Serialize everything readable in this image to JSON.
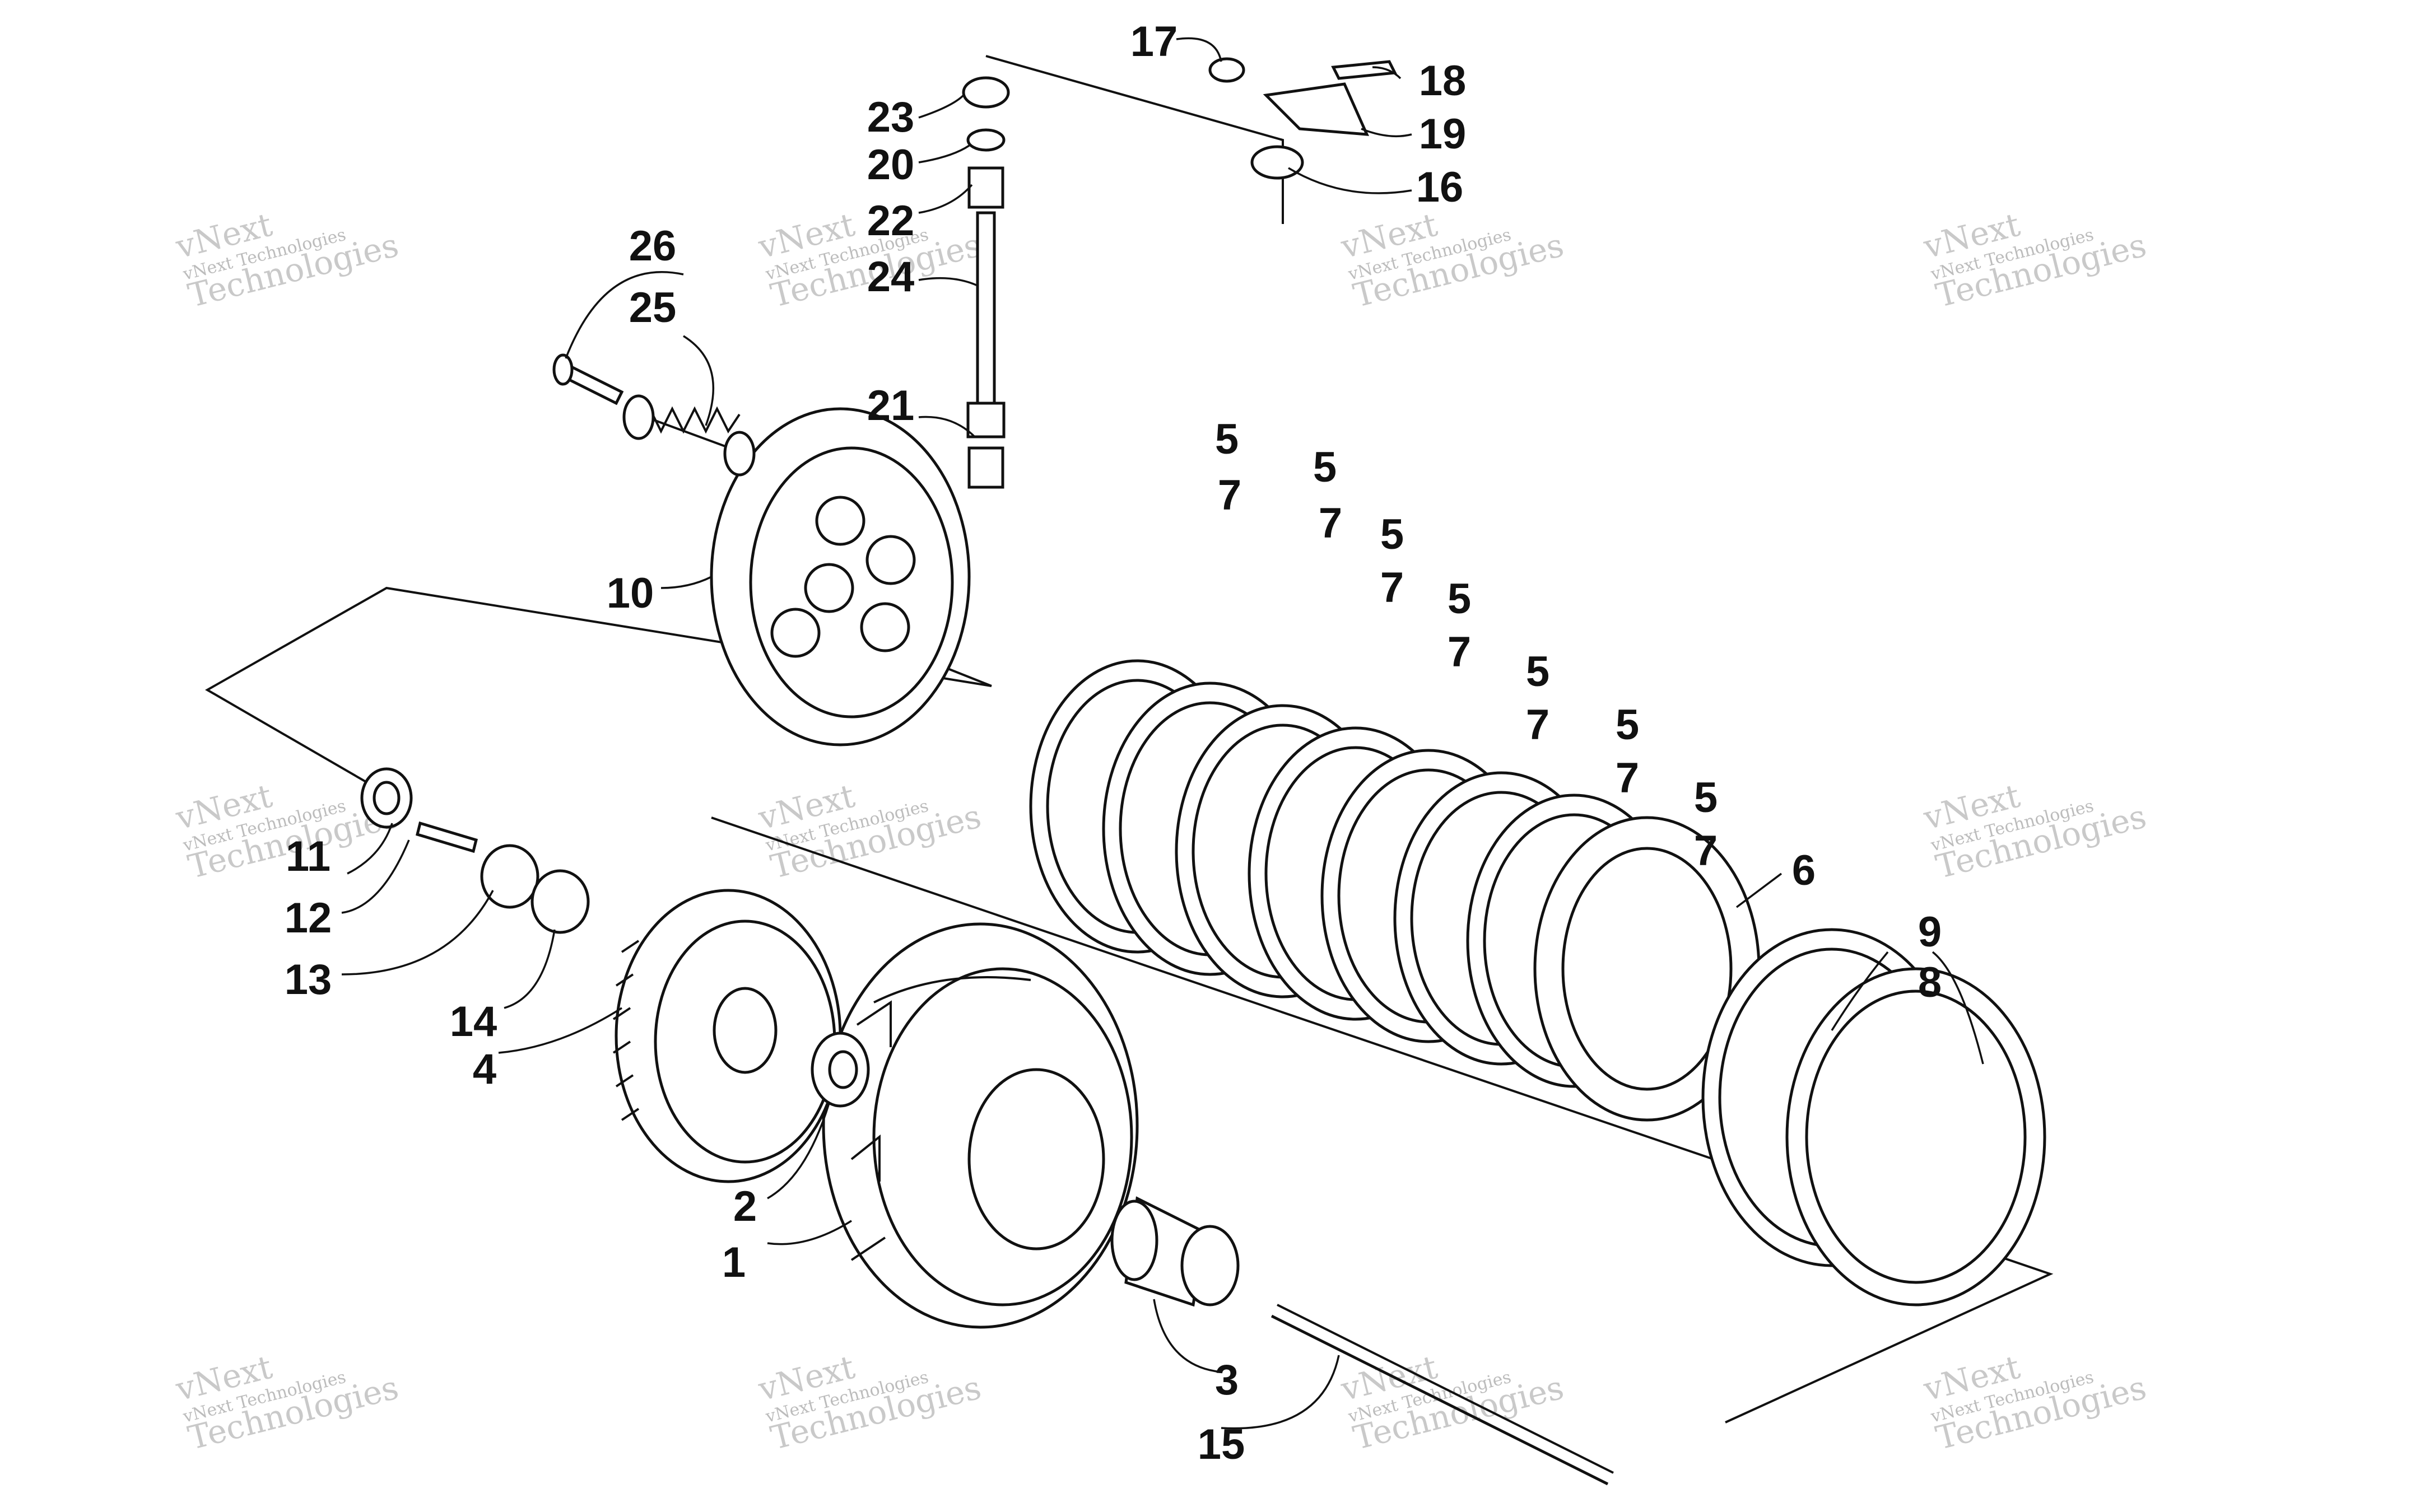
{
  "watermark": {
    "line_small": "vNext Technologies",
    "line_big_1": "vNext",
    "line_big_2": "Technologies"
  },
  "callouts": [
    {
      "id": "c1",
      "label": "1"
    },
    {
      "id": "c2",
      "label": "2"
    },
    {
      "id": "c3",
      "label": "3"
    },
    {
      "id": "c4",
      "label": "4"
    },
    {
      "id": "c5a",
      "label": "5"
    },
    {
      "id": "c5b",
      "label": "5"
    },
    {
      "id": "c5c",
      "label": "5"
    },
    {
      "id": "c5d",
      "label": "5"
    },
    {
      "id": "c5e",
      "label": "5"
    },
    {
      "id": "c5f",
      "label": "5"
    },
    {
      "id": "c5g",
      "label": "5"
    },
    {
      "id": "c6",
      "label": "6"
    },
    {
      "id": "c7a",
      "label": "7"
    },
    {
      "id": "c7b",
      "label": "7"
    },
    {
      "id": "c7c",
      "label": "7"
    },
    {
      "id": "c7d",
      "label": "7"
    },
    {
      "id": "c7e",
      "label": "7"
    },
    {
      "id": "c7f",
      "label": "7"
    },
    {
      "id": "c7g",
      "label": "7"
    },
    {
      "id": "c8",
      "label": "8"
    },
    {
      "id": "c9",
      "label": "9"
    },
    {
      "id": "c10",
      "label": "10"
    },
    {
      "id": "c11",
      "label": "11"
    },
    {
      "id": "c12",
      "label": "12"
    },
    {
      "id": "c13",
      "label": "13"
    },
    {
      "id": "c14",
      "label": "14"
    },
    {
      "id": "c15",
      "label": "15"
    },
    {
      "id": "c16",
      "label": "16"
    },
    {
      "id": "c17",
      "label": "17"
    },
    {
      "id": "c18",
      "label": "18"
    },
    {
      "id": "c19",
      "label": "19"
    },
    {
      "id": "c20",
      "label": "20"
    },
    {
      "id": "c21",
      "label": "21"
    },
    {
      "id": "c22",
      "label": "22"
    },
    {
      "id": "c23",
      "label": "23"
    },
    {
      "id": "c24",
      "label": "24"
    },
    {
      "id": "c25",
      "label": "25"
    },
    {
      "id": "c26",
      "label": "26"
    }
  ]
}
